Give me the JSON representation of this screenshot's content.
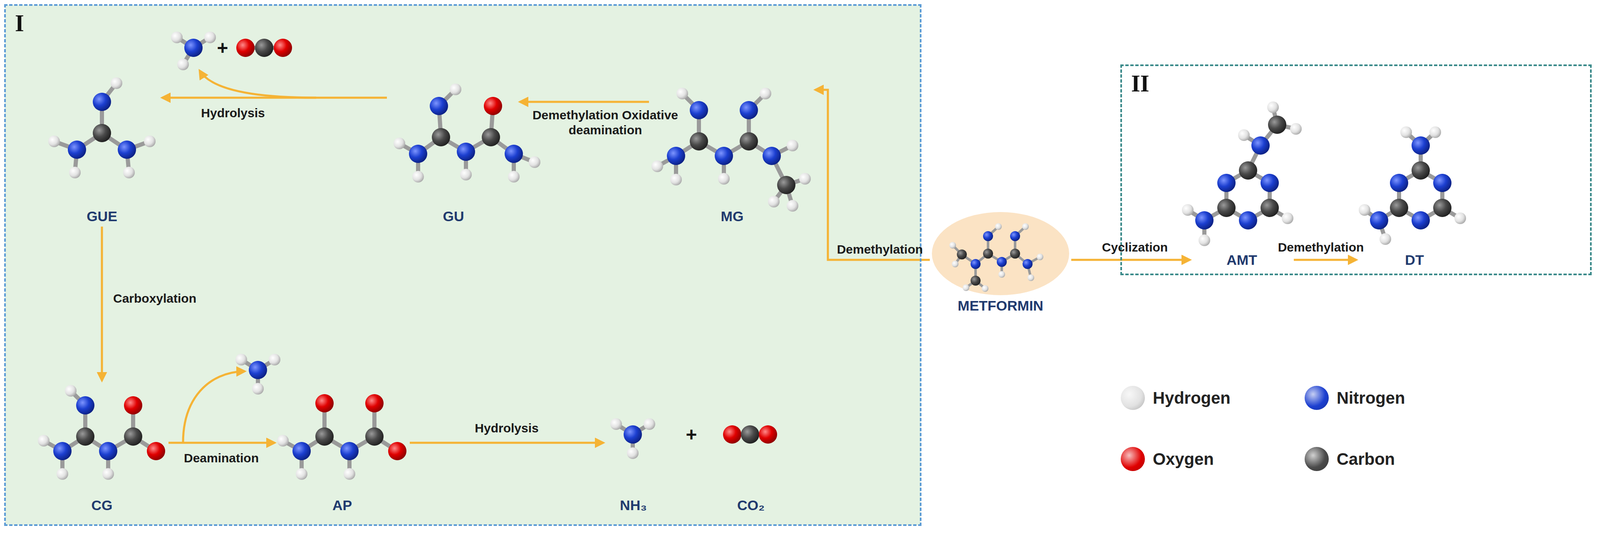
{
  "diagram": {
    "nodes": [
      {
        "text": [
          "I"
        ]
      },
      {
        "text": [
          "GUE"
        ],
        "in": 0
      },
      {
        "text": [
          "GU"
        ],
        "in": 0
      },
      {
        "text": [
          "MG"
        ],
        "in": 0
      },
      {
        "text": [
          "CG"
        ],
        "in": 0
      },
      {
        "text": [
          "AP"
        ],
        "in": 0
      },
      {
        "text": [
          "NH₃"
        ],
        "in": 0
      },
      {
        "text": [
          "CO₂"
        ],
        "in": 0
      },
      {
        "text": [
          "METFORMIN"
        ]
      },
      {
        "text": [
          "II"
        ]
      },
      {
        "text": [
          "AMT"
        ],
        "in": 9
      },
      {
        "text": [
          "DT"
        ],
        "in": 9
      }
    ],
    "edges": [
      {
        "from": 8,
        "to": 3,
        "label": "Demethylation",
        "arrow": "to"
      },
      {
        "from": 3,
        "to": 2,
        "label": "Demethylation Oxidative deamination",
        "arrow": "to"
      },
      {
        "from": 2,
        "to": 1,
        "label": "Hydrolysis",
        "arrow": "to"
      },
      {
        "from": 1,
        "to": 4,
        "label": "Carboxylation",
        "arrow": "to"
      },
      {
        "from": 4,
        "to": 5,
        "label": "Deamination",
        "arrow": "to"
      },
      {
        "from": 5,
        "to": 6,
        "label": "Hydrolysis",
        "arrow": "to"
      },
      {
        "from": 8,
        "to": 10,
        "label": "Cyclization",
        "arrow": "to"
      },
      {
        "from": 10,
        "to": 11,
        "label": "Demethylation",
        "arrow": "to"
      }
    ],
    "labels": [
      "+",
      "+"
    ],
    "legend": [
      {
        "text": "Hydrogen",
        "color": "#e2e2e2"
      },
      {
        "text": "Nitrogen",
        "color": "#1c3fd0"
      },
      {
        "text": "Oxygen",
        "color": "#e00000"
      },
      {
        "text": "Carbon",
        "color": "#4a4a4a"
      }
    ]
  }
}
